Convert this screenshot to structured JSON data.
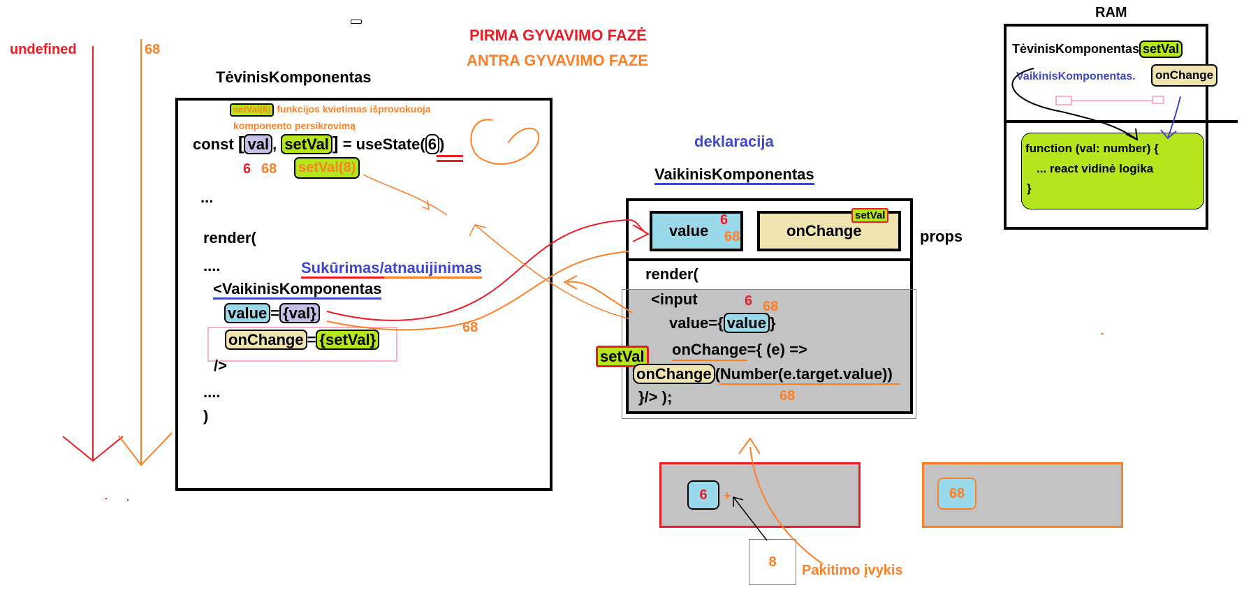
{
  "legend": {
    "first_phase": "PIRMA GYVAVIMO FAZĖ",
    "second_phase": "ANTRA GYVAVIMO FAZE"
  },
  "timeline": {
    "left_label": "undefined",
    "right_label": "68"
  },
  "parent": {
    "title": "TėvinisKomponentas",
    "note_chip": "setVal(8)",
    "note_line1": "funkcijos kvietimas išprovokuoja",
    "note_line2": "komponento persikrovimą",
    "const_kw": "const",
    "val": "val",
    "setVal": "setVal",
    "use_state": "= useState(",
    "initial": "6",
    "close_paren": ")",
    "val_values": [
      "6",
      "68"
    ],
    "setval_call": "setVal(8)",
    "dots1": "...",
    "render": "render(",
    "dots2": "....",
    "sukurimas": "Sukūrimas/",
    "atnaujinimas": "atnauijinimas",
    "child_tag": "<VaikinisKomponentas",
    "prop_value": "value",
    "prop_value_expr": "{val}",
    "prop_onchange": "onChange",
    "prop_onchange_expr": "{setVal}",
    "self_close": "/>",
    "dots3": "....",
    "close_render": ")",
    "flow_value": "68"
  },
  "child": {
    "declaration": "deklaracija",
    "title": "VaikinisKomponentas",
    "props_label": "props",
    "value_prop": "value",
    "value_vals": [
      "6",
      "68"
    ],
    "onchange_prop": "onChange",
    "onchange_ref": "setVal",
    "render": "render(",
    "input_open": "<input",
    "input_vals": [
      "6",
      "68"
    ],
    "value_attr": "value={",
    "value_ref": "value",
    "value_close": "}",
    "onchange_attr": "onChange={  (e) =>",
    "setval_badge": "setVal",
    "onchange_call": "onChange",
    "call_arg": "(Number(e.target.value))",
    "close_tag": "}/> );",
    "result": "68"
  },
  "inputs": {
    "first_value": "6",
    "plus": "+",
    "second_value": "68",
    "typed_key": "8",
    "event_label": "Pakitimo įvykis"
  },
  "ram": {
    "title": "RAM",
    "parent_name": "TėvinisKomponentas",
    "parent_ref": "setVal",
    "child_name": "VaikinisKomponentas.",
    "child_ref": "onChange",
    "fn_line1": "function (val: number) {",
    "fn_line2": "... react vidinė logika",
    "fn_line3": "}"
  },
  "colors": {
    "red": "#ed1c24",
    "orange": "#ff7f27",
    "blue": "#3f48cc",
    "green": "#b5e61d",
    "lilac": "#c8bfe7",
    "sky": "#99d9ea",
    "tan": "#efe4b0",
    "gray": "#c3c3c3",
    "pink": "#ffaec9"
  }
}
